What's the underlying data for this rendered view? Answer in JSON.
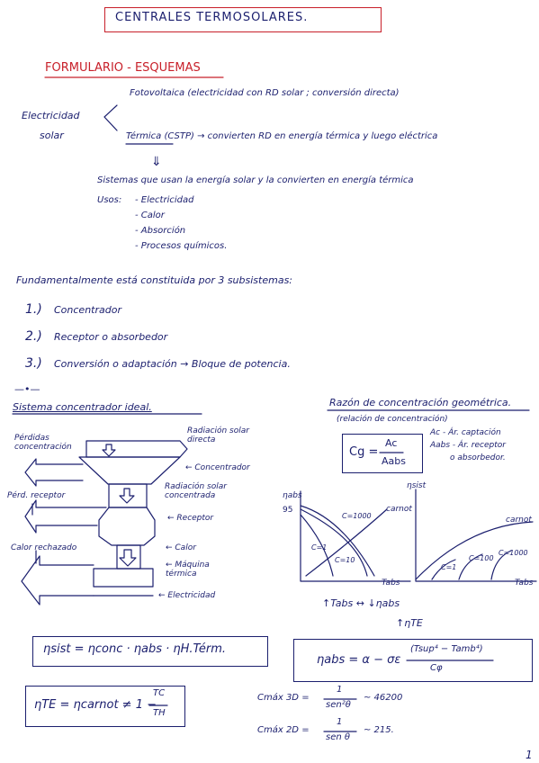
{
  "title": "CENTRALES TERMOSOLARES.",
  "section": "FORMULARIO - ESQUEMAS",
  "electricidad_solar": {
    "label_1": "Electricidad",
    "label_2": "solar",
    "fotovoltaica": "Fotovoltaica (electricidad con RD solar ; conversión directa)",
    "termica": "Térmica (CSTP) → convierten RD en energía térmica y luego eléctrica"
  },
  "arrow_down": "⇓",
  "sistemas": {
    "text": "Sistemas que usan la energía solar y la convierten en energía térmica",
    "usos_label": "Usos:",
    "usos": [
      "- Electricidad",
      "- Calor",
      "- Absorción",
      "- Procesos químicos."
    ]
  },
  "fundamental": "Fundamentalmente está constituida por 3 subsistemas:",
  "subsistemas": [
    {
      "num": "1.)",
      "text": "Concentrador"
    },
    {
      "num": "2.)",
      "text": "Receptor o absorbedor"
    },
    {
      "num": "3.)",
      "text": "Conversión o adaptación → Bloque de potencia."
    }
  ],
  "divider": "—•—",
  "diagram": {
    "title": "Sistema concentrador ideal.",
    "perdidas_concentracion": "Pérdidas concentración",
    "radiacion_directa": "Radiación solar directa",
    "concentrador": "← Concentrador",
    "perd_receptor": "Pérd. receptor",
    "radiacion_concentrada": "Radiación solar concentrada",
    "receptor": "← Receptor",
    "calor_rechazado": "Calor rechazado",
    "calor": "← Calor",
    "maquina_termica": "← Máquina térmica",
    "electricidad": "← Electricidad"
  },
  "razon": {
    "title": "Razón de concentración geométrica.",
    "subtitle": "(relación de concentración)",
    "formula_lhs": "Cg =",
    "num": "Ac",
    "den": "Aabs",
    "def_1": "Ac - Ár. captación",
    "def_2": "Aabs - Ár. receptor",
    "def_3": "o absorbedor."
  },
  "graph1": {
    "ylabel": "ηabs",
    "y95": "95",
    "xlabel": "Tabs",
    "c1": "C=1",
    "c10": "C=10",
    "c1000": "C=1000",
    "carnot": "carnot"
  },
  "graph2": {
    "ylabel": "ηsist",
    "xlabel": "Tabs",
    "c1": "C=1",
    "c100": "C=100",
    "c1000": "C=1000",
    "carnot": "carnot"
  },
  "relation_1": "↑Tabs ↔ ↓ηabs",
  "relation_2": "↑ηTE",
  "formulas": {
    "sist": "ηsist = ηconc · ηabs · ηH.Térm.",
    "te": "ηTE = ηcarnot ≠ 1 −",
    "te_num": "TC",
    "te_den": "TH",
    "abs_lhs": "ηabs = α − σε",
    "abs_num": "(Tsup⁴ − Tamb⁴)",
    "abs_den": "Cφ",
    "cmax3d_lhs": "Cmáx 3D =",
    "cmax3d_num": "1",
    "cmax3d_den": "sen²θ",
    "cmax3d_val": "~ 46200",
    "cmax2d_lhs": "Cmáx 2D =",
    "cmax2d_num": "1",
    "cmax2d_den": "sen θ",
    "cmax2d_val": "~ 215."
  },
  "page_number": "1",
  "colors": {
    "ink": "#1b1f6e",
    "red": "#c8202a"
  }
}
